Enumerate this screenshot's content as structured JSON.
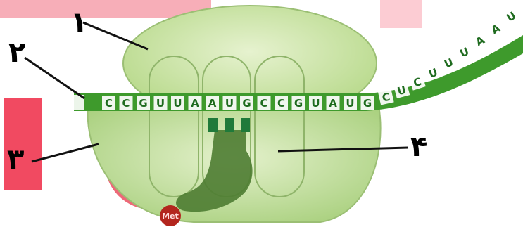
{
  "labels": {
    "label_1": "۱",
    "label_2": "۲",
    "label_3": "۳",
    "label_4": "۴"
  },
  "mrna": {
    "bases": [
      "C",
      "C",
      "G",
      "U",
      "U",
      "A",
      "A",
      "U",
      "G",
      "C",
      "C",
      "G",
      "U",
      "A",
      "U",
      "G",
      "C",
      "U",
      "C",
      "U",
      "U",
      "U",
      "A",
      "A",
      "U"
    ]
  },
  "amino_acid": "Met",
  "colors": {
    "large_subunit": "#c9e3a4",
    "small_subunit": "#b9dc96",
    "mrna_strand": "#3e9a2c",
    "trna": "#4a7a2e",
    "met": "#b3261e",
    "watermark": "#e8324a"
  }
}
